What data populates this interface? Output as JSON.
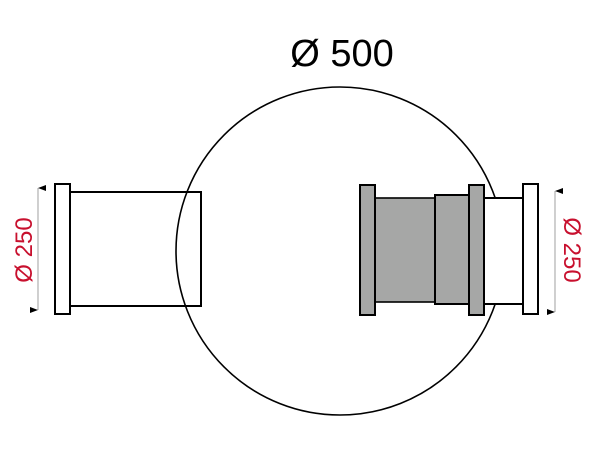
{
  "main_diameter_label": "Ø 500",
  "left_diameter_label": "Ø 250",
  "right_diameter_label": "Ø 250",
  "colors": {
    "dimension": "#c8102e",
    "outline": "#000000",
    "fill_gray": "#a6a7a6"
  }
}
